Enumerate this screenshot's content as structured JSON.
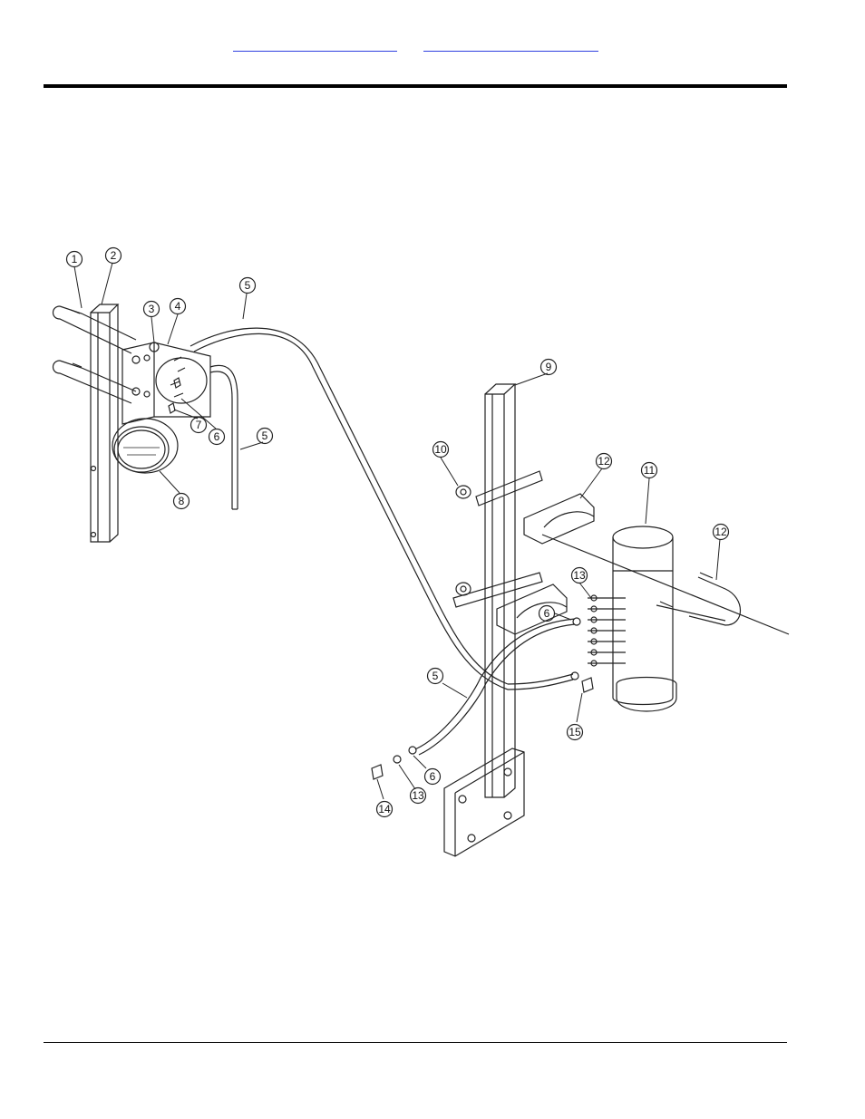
{
  "header": {
    "link_1": "",
    "link_2": ""
  },
  "callouts": [
    {
      "id": "c1",
      "label": "1"
    },
    {
      "id": "c2",
      "label": "2"
    },
    {
      "id": "c3",
      "label": "3"
    },
    {
      "id": "c4",
      "label": "4"
    },
    {
      "id": "c5a",
      "label": "5"
    },
    {
      "id": "c5b",
      "label": "5"
    },
    {
      "id": "c5c",
      "label": "5"
    },
    {
      "id": "c6a",
      "label": "6"
    },
    {
      "id": "c6b",
      "label": "6"
    },
    {
      "id": "c6c",
      "label": "6"
    },
    {
      "id": "c7",
      "label": "7"
    },
    {
      "id": "c8",
      "label": "8"
    },
    {
      "id": "c9",
      "label": "9"
    },
    {
      "id": "c10",
      "label": "10"
    },
    {
      "id": "c11",
      "label": "11"
    },
    {
      "id": "c12a",
      "label": "12"
    },
    {
      "id": "c12b",
      "label": "12"
    },
    {
      "id": "c13a",
      "label": "13"
    },
    {
      "id": "c13b",
      "label": "13"
    },
    {
      "id": "c14",
      "label": "14"
    },
    {
      "id": "c15",
      "label": "15"
    }
  ]
}
